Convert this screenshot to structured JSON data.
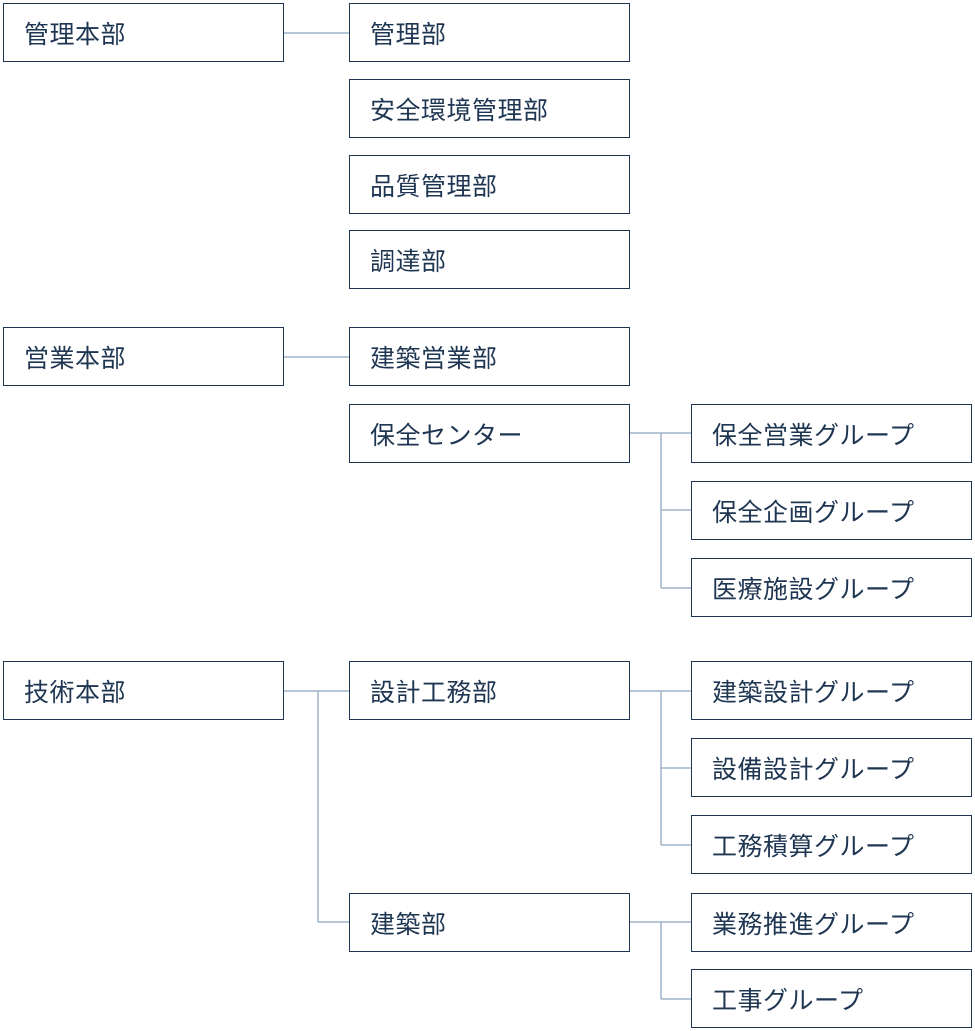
{
  "colors": {
    "box_border": "#1f3652",
    "text": "#1f3652",
    "connector": "#9fb3c8",
    "background": "#ffffff"
  },
  "org": {
    "kanri": {
      "name": "管理本部",
      "departments": {
        "kanri": "管理部",
        "anzen": "安全環境管理部",
        "hinshitsu": "品質管理部",
        "chotatsu": "調達部"
      }
    },
    "eigyo": {
      "name": "営業本部",
      "departments": {
        "kenchiku_eigyo": "建築営業部",
        "hozen_center": {
          "name": "保全センター",
          "groups": {
            "hozen_eigyo": "保全営業グループ",
            "hozen_kikaku": "保全企画グループ",
            "iryo": "医療施設グループ"
          }
        }
      }
    },
    "gijutsu": {
      "name": "技術本部",
      "departments": {
        "sekkei_koumu": {
          "name": "設計工務部",
          "groups": {
            "kenchiku_sekkei": "建築設計グループ",
            "setsubi_sekkei": "設備設計グループ",
            "koumu_sekisan": "工務積算グループ"
          }
        },
        "kenchiku": {
          "name": "建築部",
          "groups": {
            "gyomu_suishin": "業務推進グループ",
            "koji": "工事グループ"
          }
        }
      }
    }
  }
}
